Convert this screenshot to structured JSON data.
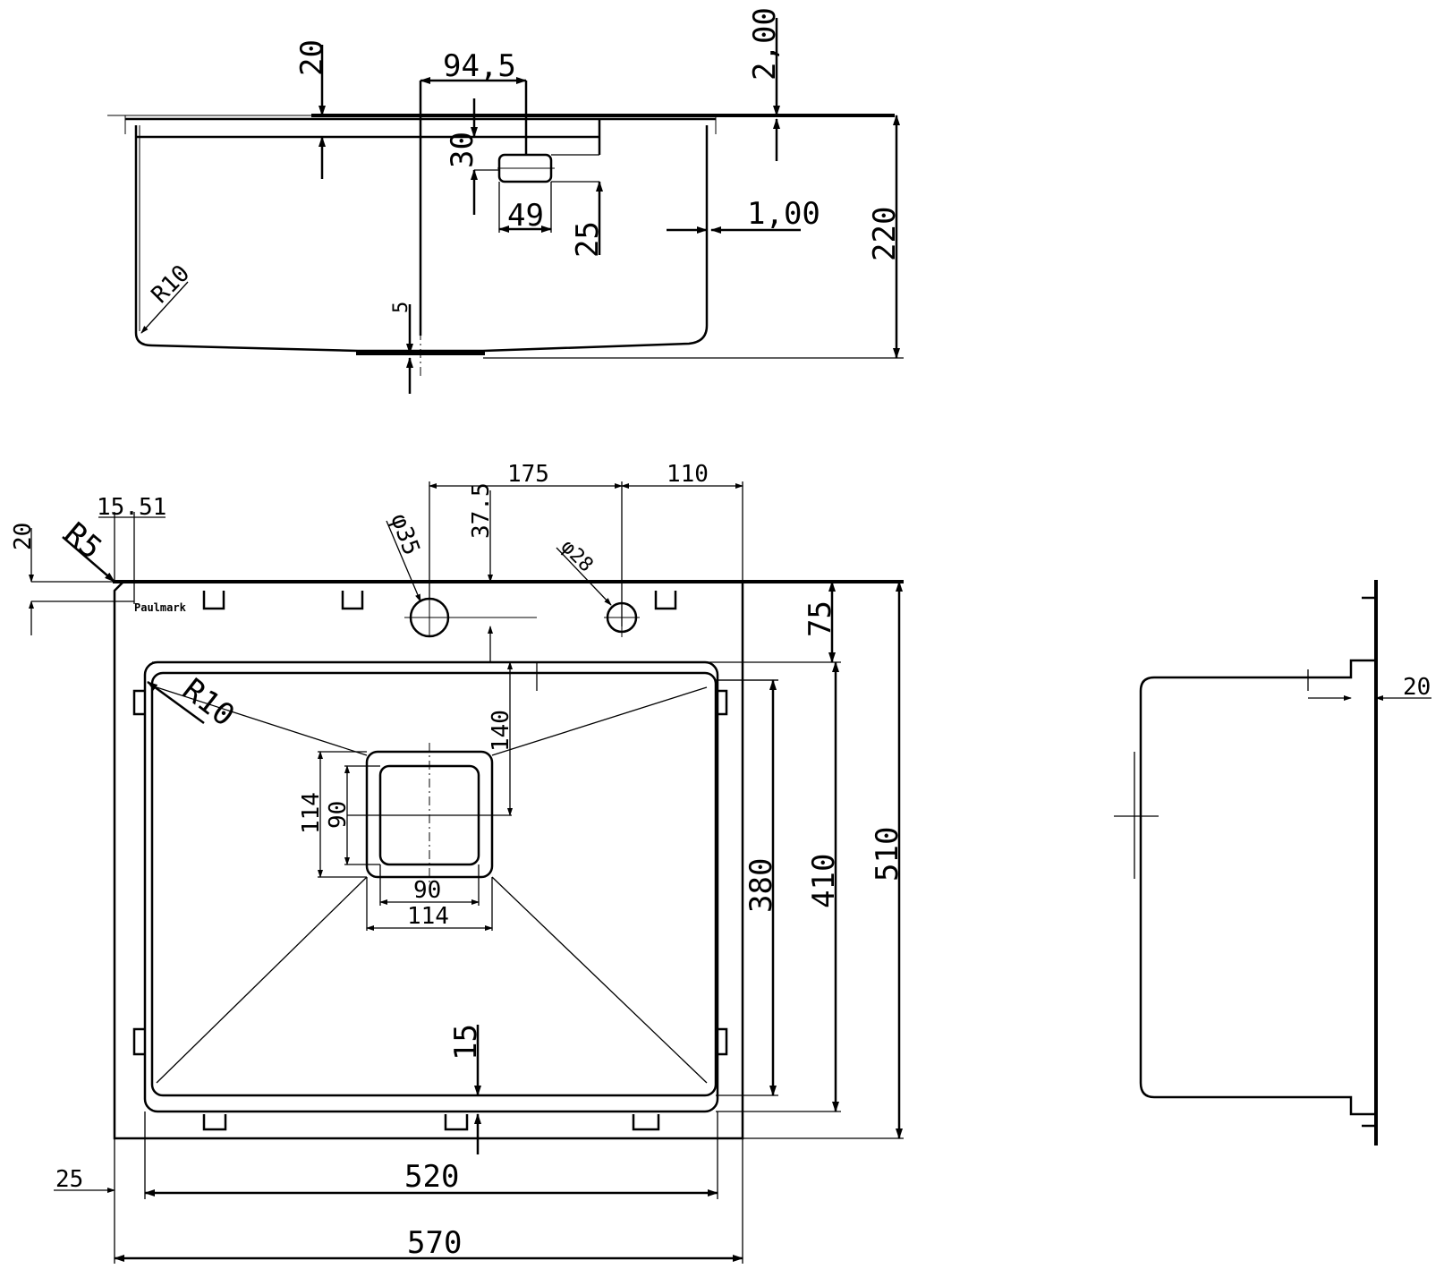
{
  "colors": {
    "line": "#000000",
    "background": "#ffffff"
  },
  "top_view": {
    "dim_20": "20",
    "dim_94_5": "94,5",
    "dim_2_00": "2,00",
    "dim_30": "30",
    "dim_49": "49",
    "dim_25": "25",
    "dim_1_00": "1,00",
    "dim_220": "220",
    "dim_R10": "R10",
    "dim_5": "5"
  },
  "plan_view": {
    "dim_175": "175",
    "dim_110": "110",
    "dim_15_51": "15.51",
    "dim_20": "20",
    "dim_R5": "R5",
    "dim_phi35": "φ35",
    "dim_37_5": "37.5",
    "dim_phi28": "φ28",
    "dim_75": "75",
    "dim_R10": "R10",
    "dim_140": "140",
    "dim_114_v": "114",
    "dim_90_v": "90",
    "dim_90_h": "90",
    "dim_114_h": "114",
    "dim_380": "380",
    "dim_410": "410",
    "dim_510": "510",
    "dim_15": "15",
    "dim_25": "25",
    "dim_520": "520",
    "dim_570": "570",
    "brand_mark": "Paulmark"
  },
  "side_view": {
    "dim_20": "20"
  }
}
